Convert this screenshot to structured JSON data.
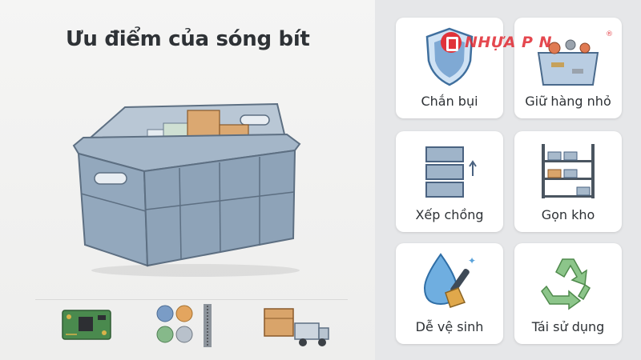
{
  "title": "Ưu điểm của sóng bít",
  "brand": {
    "logo_text": "NHỰA P   N",
    "registered": "®",
    "color": "#e0333a"
  },
  "benefits": [
    {
      "label": "Chắn bụi",
      "icon": "shield-icon"
    },
    {
      "label": "Giữ hàng nhỏ",
      "icon": "bin-with-parts-icon"
    },
    {
      "label": "Xếp chồng",
      "icon": "stacked-crates-icon"
    },
    {
      "label": "Gọn kho",
      "icon": "warehouse-shelf-icon"
    },
    {
      "label": "Dễ vệ sinh",
      "icon": "water-drop-brush-icon"
    },
    {
      "label": "Tái sử dụng",
      "icon": "recycle-icon"
    }
  ],
  "illustration": {
    "main": "closed-wall-plastic-crate-with-parts",
    "bottom_items": [
      "circuit-board-icon",
      "buttons-and-zipper-icon",
      "box-delivery-truck-icon"
    ]
  },
  "colors": {
    "crate_blue": "#8ea3b8",
    "icon_blue": "#4e89c4",
    "recycle_green": "#6fae6a",
    "card_bg": "#ffffff",
    "panel_bg": "#e6e7e9"
  }
}
